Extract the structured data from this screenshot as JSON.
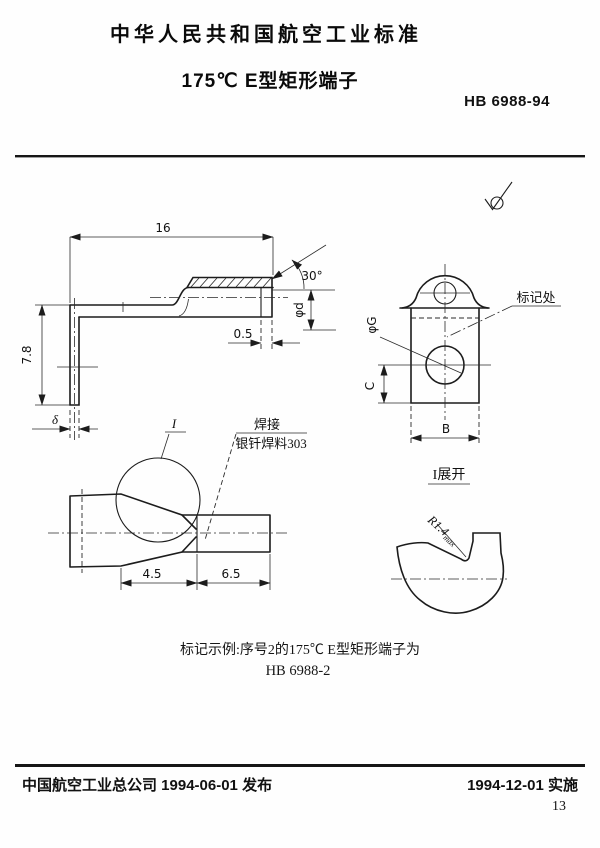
{
  "header": {
    "title": "中华人民共和国航空工业标准",
    "subtitle": "175℃ E型矩形端子",
    "standard_no": "HB 6988-94"
  },
  "drawing": {
    "side_view": {
      "dim_length": "16",
      "dim_angle": "30°",
      "dim_offset": "0.5",
      "dim_height": "7.8",
      "dim_thickness": "δ",
      "dim_wire": "φd"
    },
    "end_view": {
      "marking_label": "标记处",
      "dim_hole": "φG",
      "dim_c": "C",
      "dim_b": "B"
    },
    "joint_view": {
      "detail_label": "I",
      "weld_line1": "焊接",
      "weld_line2": "银钎焊料303",
      "dim_left": "4.5",
      "dim_right": "6.5"
    },
    "development_view": {
      "title": "I展开",
      "radius": "R1.4",
      "radius_suffix": "max"
    }
  },
  "marking_example": {
    "line1": "标记示例:序号2的175℃ E型矩形端子为",
    "line2": "HB 6988-2"
  },
  "footer": {
    "issued": "中国航空工业总公司 1994-06-01 发布",
    "effective": "1994-12-01 实施",
    "page": "13"
  }
}
